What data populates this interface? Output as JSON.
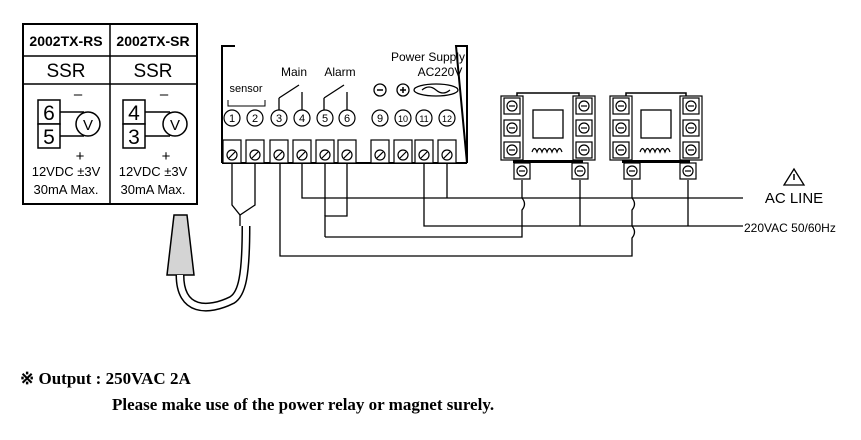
{
  "spec_table": {
    "models": [
      "2002TX-RS",
      "2002TX-SR"
    ],
    "output_type": [
      "SSR",
      "SSR"
    ],
    "terminal_pairs": [
      [
        "6",
        "5"
      ],
      [
        "4",
        "3"
      ]
    ],
    "voltmeter_symbol": "V",
    "polarity": {
      "minus": "–",
      "plus": "+"
    },
    "voltage": [
      "12VDC ±3V",
      "12VDC ±3V"
    ],
    "current": [
      "30mA Max.",
      "30mA Max."
    ]
  },
  "controller": {
    "labels": {
      "sensor": "sensor",
      "main": "Main",
      "alarm": "Alarm",
      "power_supply": "Power Supply",
      "power_voltage": "AC220V"
    },
    "terminals": [
      "1",
      "2",
      "3",
      "4",
      "5",
      "6",
      "9",
      "10",
      "11",
      "12"
    ],
    "polarity_symbols": {
      "9": "minus",
      "10": "plus"
    }
  },
  "line": {
    "label": "AC LINE",
    "supply": "220VAC 50/60Hz",
    "warning_symbol": "warning-triangle-icon"
  },
  "notes": {
    "line1": "※ Output : 250VAC 2A",
    "line2": "Please make use of the power relay or magnet surely."
  }
}
